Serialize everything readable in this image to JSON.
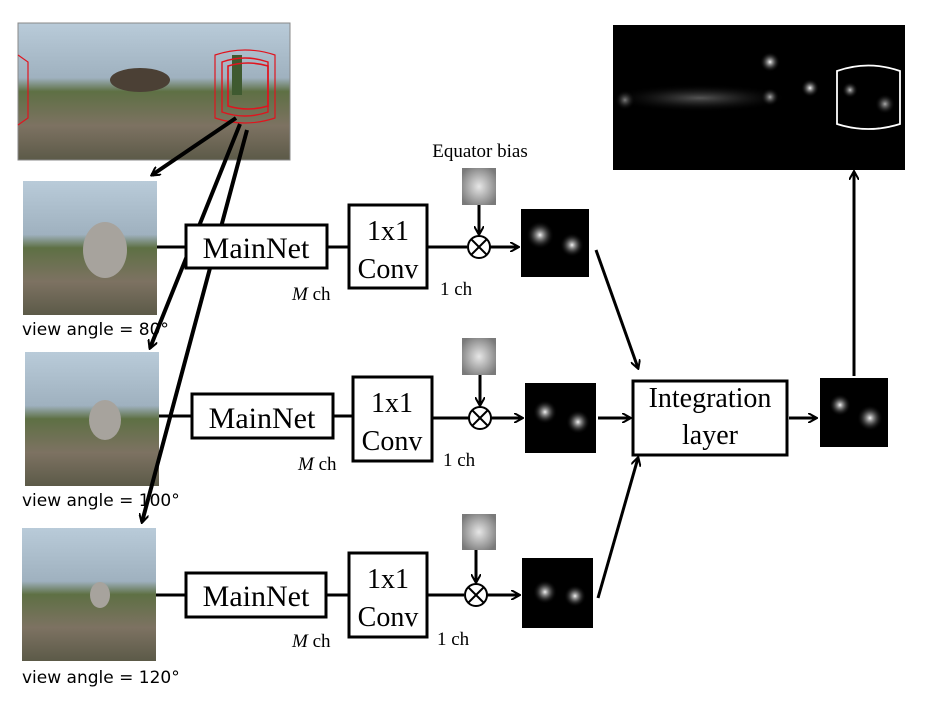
{
  "labels": {
    "equator_bias": "Equator bias",
    "mainnet": "MainNet",
    "conv_line1": "1x1",
    "conv_line2": "Conv",
    "m_ch_italic": "M",
    "m_ch_suffix": " ch",
    "one_ch": "1 ch",
    "integration_line1": "Integration",
    "integration_line2": "layer"
  },
  "rows": [
    {
      "view_angle": "view angle = 80°"
    },
    {
      "view_angle": "view angle = 100°"
    },
    {
      "view_angle": "view angle = 120°"
    }
  ],
  "colors": {
    "viewport_outline": "#e0141e",
    "saliency_box": "#ffffff",
    "arrows": "#000000"
  }
}
